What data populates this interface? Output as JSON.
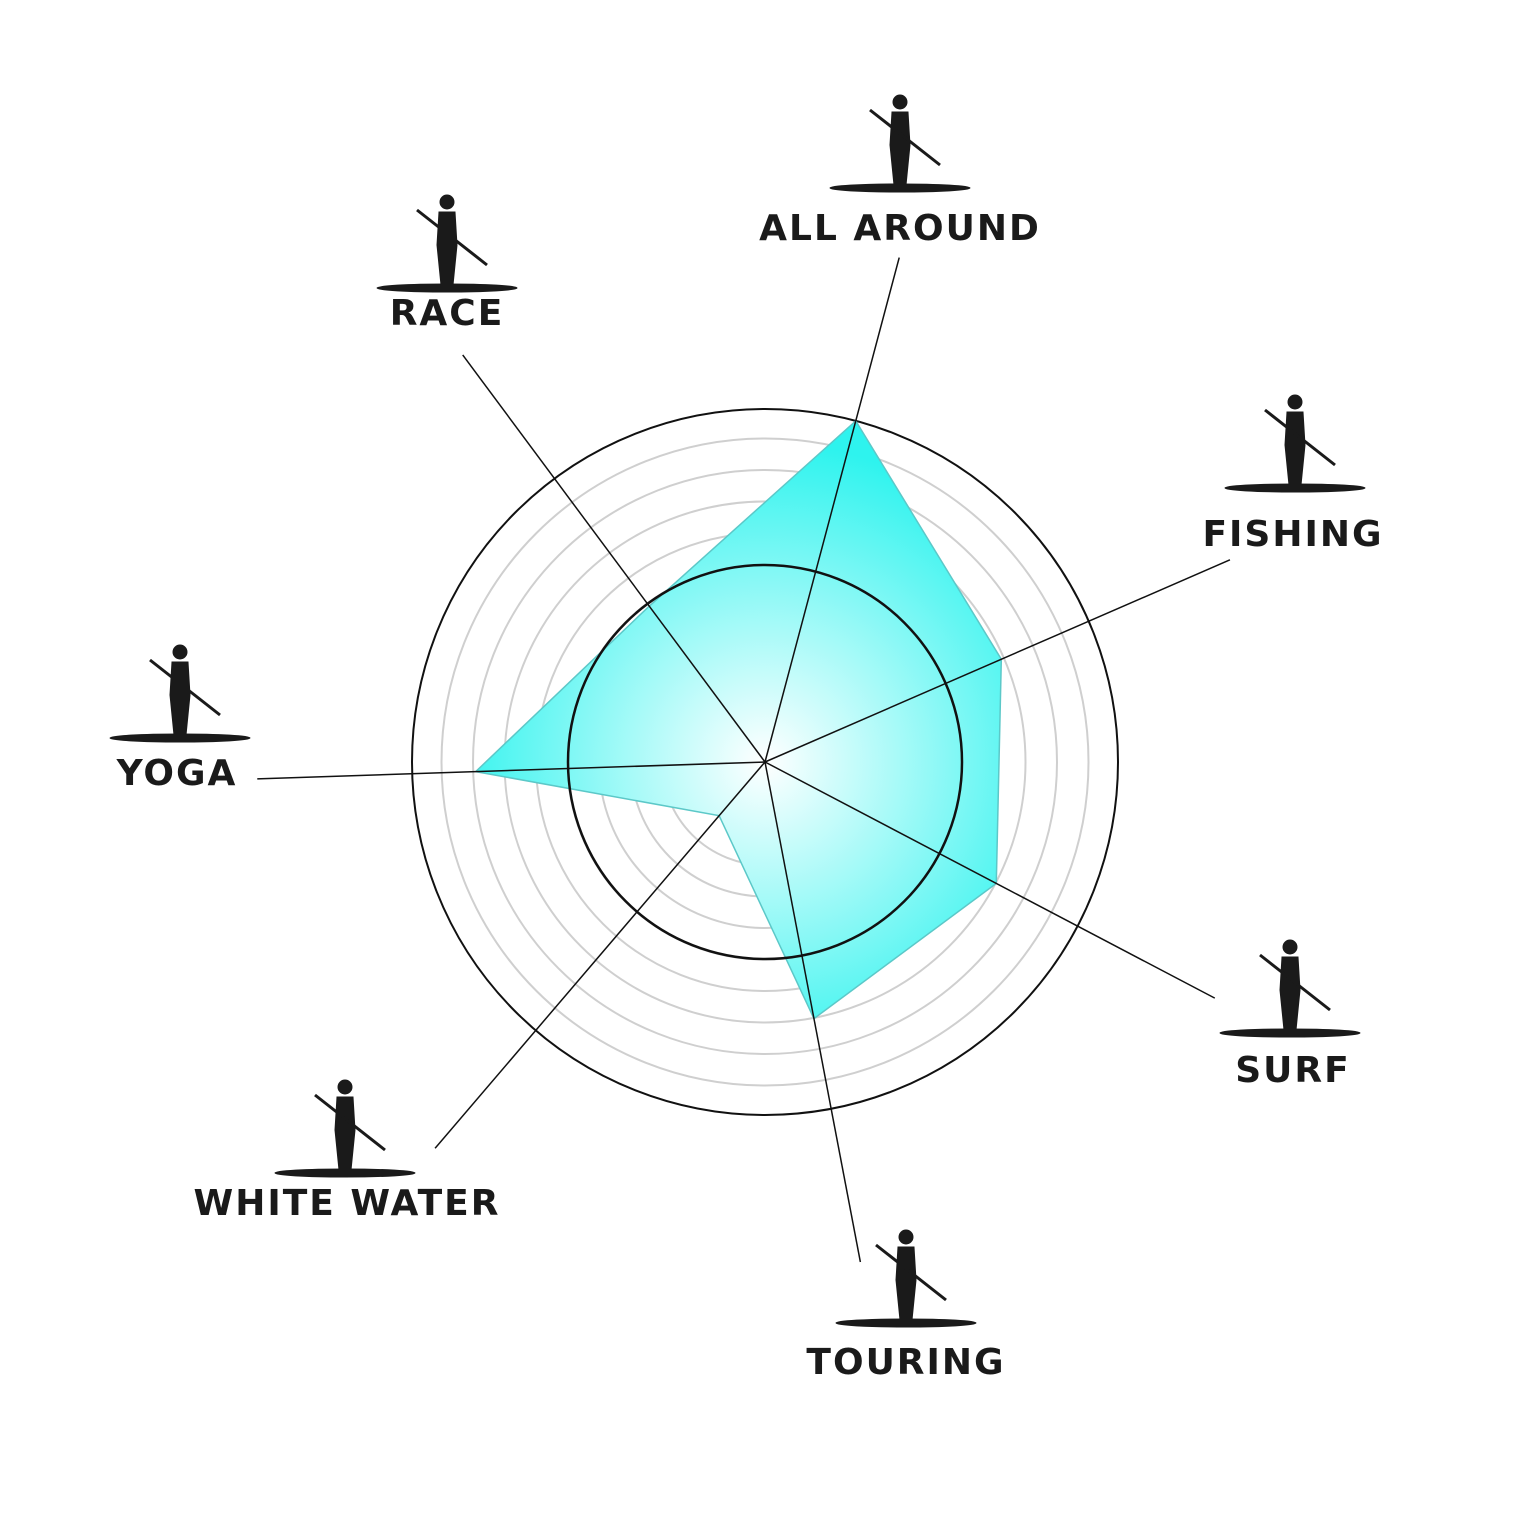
{
  "chart_data": {
    "type": "radar",
    "title": "",
    "range": [
      0,
      10
    ],
    "grid": true,
    "categories": [
      "ALL AROUND",
      "FISHING",
      "SURF",
      "TOURING",
      "WHITE WATER",
      "YOGA",
      "RACE"
    ],
    "axis_angles_deg": [
      14.9,
      66.5,
      117.7,
      169.2,
      220.5,
      268.1,
      323.4
    ],
    "values": [
      10,
      7.3,
      7.4,
      7.4,
      2.0,
      8.2,
      5.5
    ],
    "icons": [
      "standing-paddler-icon",
      "fly-fishing-icon",
      "surfer-icon",
      "touring-paddler-icon",
      "whitewater-paddler-icon",
      "yoga-pose-icon",
      "race-paddler-icon"
    ],
    "colors": {
      "fill_edge": "#2ef3ee",
      "fill_center": "#ffffff",
      "stroke": "#5cc8c8",
      "ring": "#cfcfcf",
      "axis": "#111111"
    }
  }
}
